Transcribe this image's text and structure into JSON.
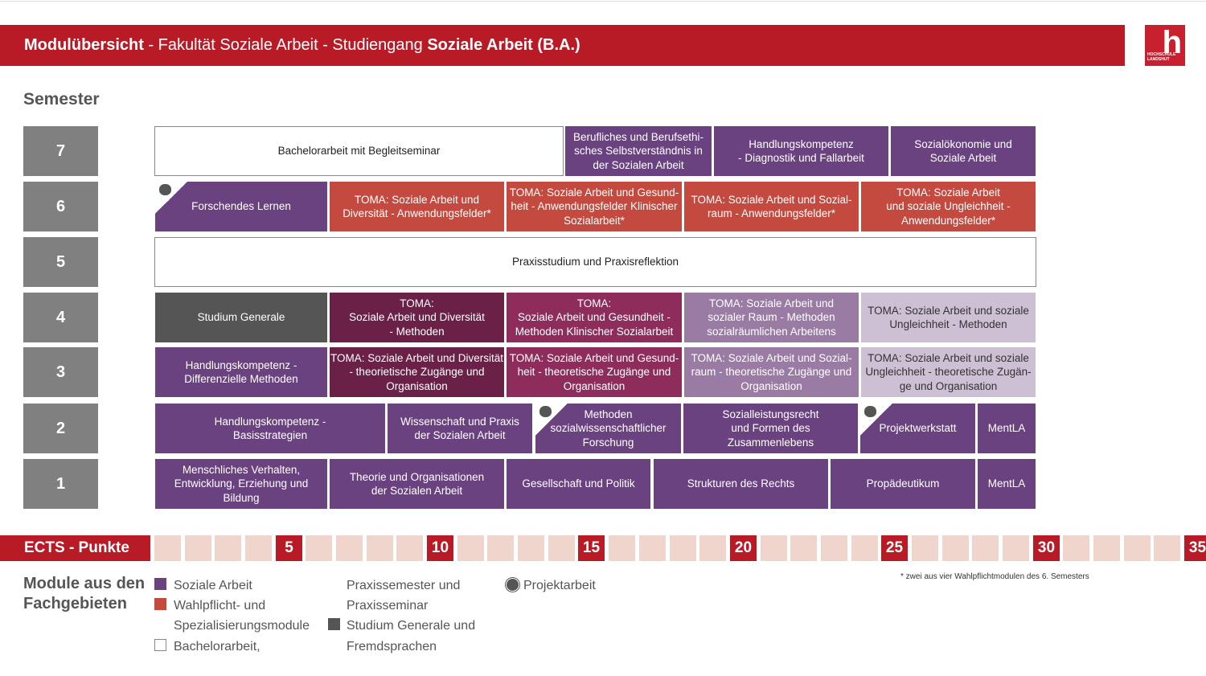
{
  "header": {
    "title_bold": "Modulübersicht",
    "title_rest": " - Fakultät Soziale Arbeit - Studiengang ",
    "title_bold2": "Soziale Arbeit (B.A.)",
    "logo_text": "HOCHSCHULE LANDSHUT",
    "logo_letter": "h"
  },
  "semester_label": "Semester",
  "semesters": [
    "7",
    "6",
    "5",
    "4",
    "3",
    "2",
    "1"
  ],
  "rows": {
    "s7": [
      "Bachelorarbeit mit Begleitseminar",
      "Berufliches und Berufsethi-\nsches  Selbstverständnis in\nder Sozialen Arbeit",
      "Handlungskompetenz\n- Diagnostik und Fallarbeit",
      "Sozialökonomie und\nSoziale Arbeit"
    ],
    "s6": [
      "Forschendes Lernen",
      "TOMA: Soziale Arbeit und\nDiversität - Anwendungsfelder*",
      "TOMA: Soziale Arbeit und Gesund-\nheit - Anwendungsfelder Klinischer\nSozialarbeit*",
      "TOMA: Soziale Arbeit und Sozial-\nraum - Anwendungsfelder*",
      "TOMA: Soziale Arbeit\nund soziale Ungleichheit -\nAnwendungsfelder*"
    ],
    "s5": [
      "Praxisstudium und Praxisreflektion"
    ],
    "s4": [
      "Studium Generale",
      "TOMA:\nSoziale Arbeit und Diversität\n- Methoden",
      "TOMA:\nSoziale Arbeit und Gesundheit -\nMethoden Klinischer Sozialarbeit",
      "TOMA: Soziale Arbeit und\nsozialer Raum - Methoden\nsozialräumlichen Arbeitens",
      "TOMA: Soziale Arbeit und soziale\nUngleichheit - Methoden"
    ],
    "s3": [
      "Handlungskompetenz -\nDifferenzielle Methoden",
      "TOMA: Soziale Arbeit und Diversität\n- theorietische Zugänge und\nOrganisation",
      "TOMA: Soziale Arbeit und Gesund-\nheit - theoretische Zugänge und\nOrganisation",
      "TOMA:  Soziale Arbeit und Sozial-\nraum -  theoretische Zugänge  und\nOrganisation",
      "TOMA: Soziale Arbeit und soziale\nUngleichheit - theoretische Zugän-\nge und Organisation"
    ],
    "s2": [
      "Handlungskompetenz -\nBasisstrategien",
      "Wissenschaft und Praxis\nder Sozialen Arbeit",
      "Methoden\nsozialwissenschaftlicher\nForschung",
      "Sozialleistungsrecht\nund Formen des\nZusammenlebens",
      "Projektwerkstatt",
      "MentLA"
    ],
    "s1": [
      "Menschliches Verhalten,\nEntwicklung, Erziehung und\nBildung",
      "Theorie und Organisationen\nder Sozialen Arbeit",
      "Gesellschaft und Politik",
      "Strukturen des Rechts",
      "Propädeutikum",
      "MentLA"
    ]
  },
  "ects": {
    "label": "ECTS - Punkte",
    "total": 35,
    "marks": [
      "5",
      "10",
      "15",
      "20",
      "25",
      "30",
      "35"
    ]
  },
  "legend": {
    "title": "Module aus den\nFachgebieten",
    "items": [
      "Soziale Arbeit",
      "Wahlpflicht- und",
      "Spezialisierungsmodule",
      "Bachelorarbeit,",
      "Praxissemester und",
      "Praxisseminar",
      "Studium Generale und",
      "Fremdsprachen",
      "Projektarbeit"
    ]
  },
  "footnote": "* zwei aus vier Wahlpflichtmodulen des 6. Semesters",
  "colors": {
    "brand": "#b81a26",
    "purple": "#6a4280",
    "red": "#c44a40",
    "maroon": "#6b2047",
    "magenta": "#8e2d5c",
    "mauve": "#9a7ba3",
    "lavender": "#cdbfd4",
    "gray": "#555555"
  }
}
